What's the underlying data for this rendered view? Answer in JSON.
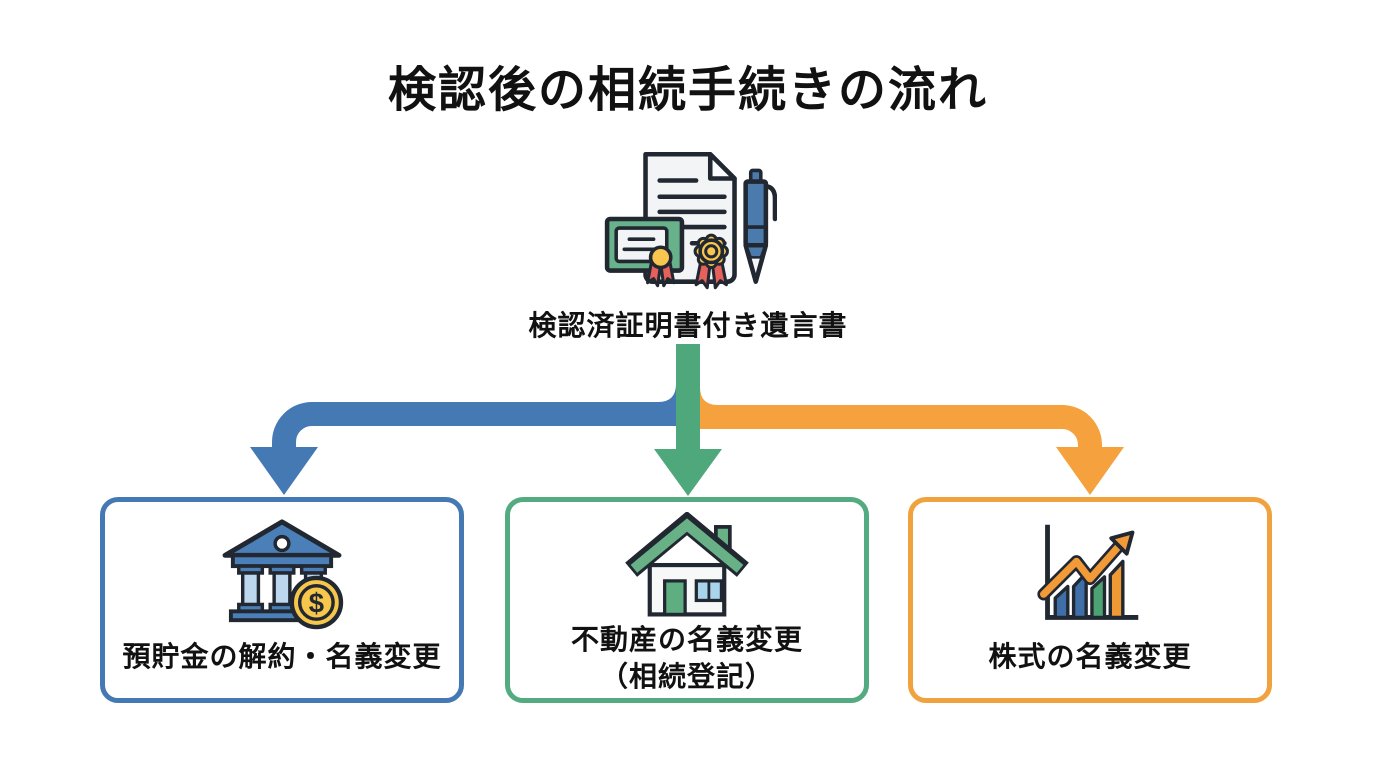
{
  "page": {
    "title": "検認後の相続手続きの流れ",
    "background_color": "#ffffff"
  },
  "source": {
    "icon": "will-document-with-certificate-and-pen",
    "label": "検認済証明書付き遺言書"
  },
  "arrows": {
    "left_color": "#4579B4",
    "center_color": "#4EA87C",
    "right_color": "#F5A13D"
  },
  "branches": [
    {
      "id": "bank-deposits",
      "icon": "bank-with-coin",
      "label": "預貯金の解約・名義変更",
      "accent_color": "#4579B4"
    },
    {
      "id": "real-estate",
      "icon": "house",
      "label": "不動産の名義変更",
      "label2": "（相続登記）",
      "accent_color": "#55AB81"
    },
    {
      "id": "stocks",
      "icon": "stock-chart-rising-arrow",
      "label": "株式の名義変更",
      "accent_color": "#F0A23F"
    }
  ]
}
